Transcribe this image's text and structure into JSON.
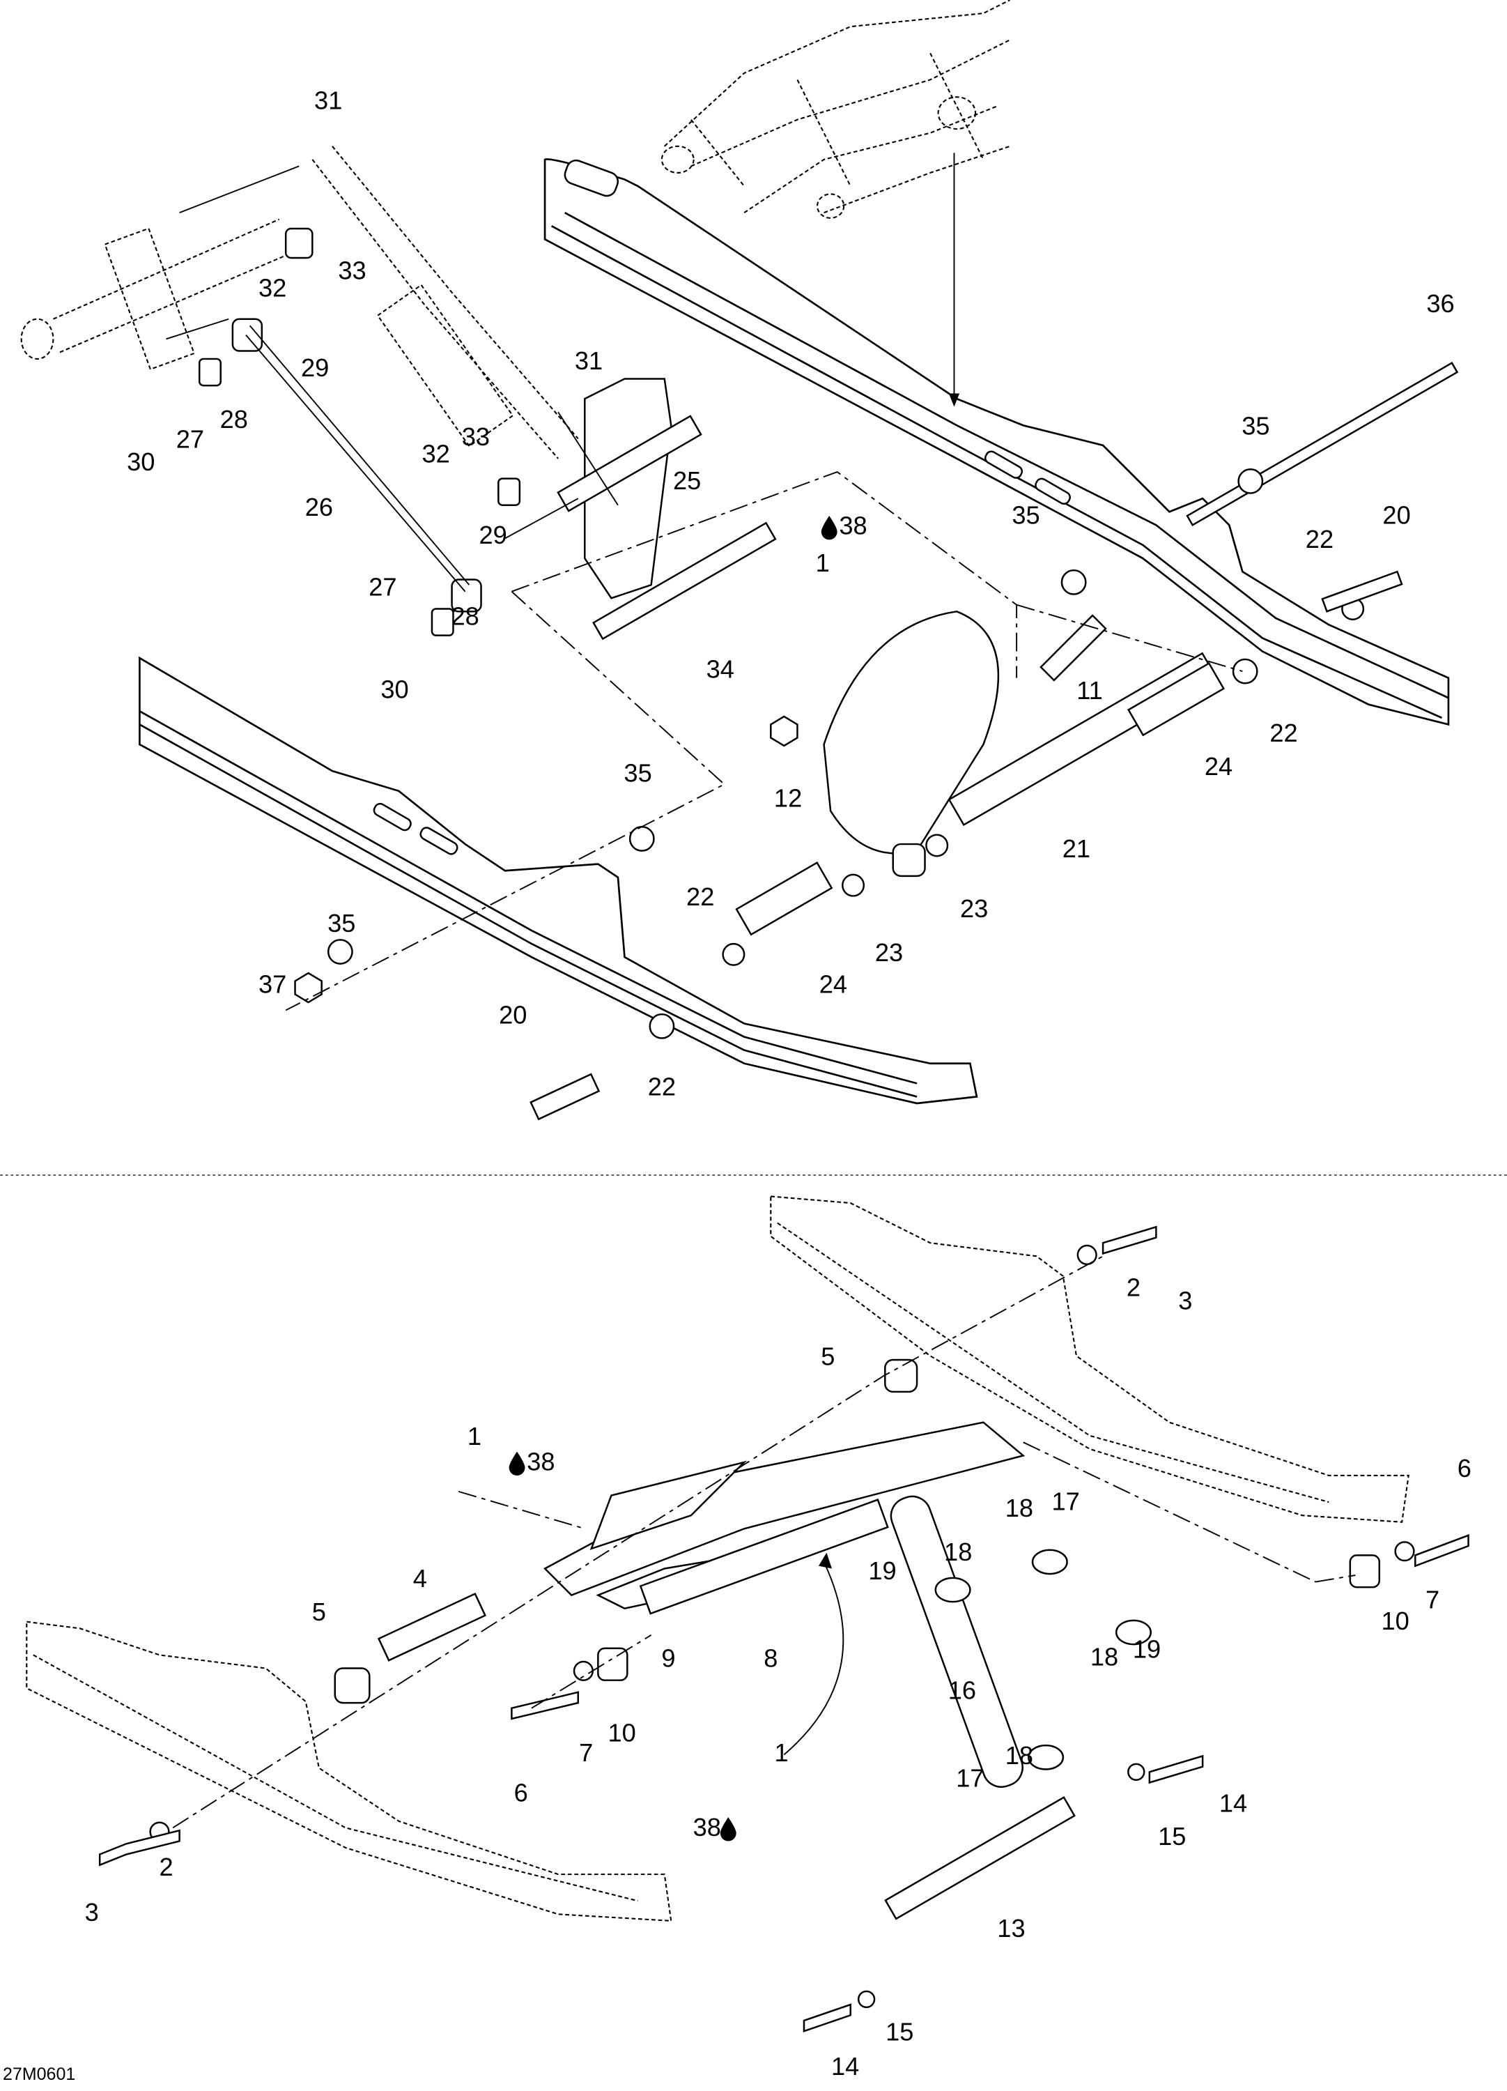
{
  "figure_id": "27M0601",
  "icons": {
    "lubricant": "oil-drop-icon"
  },
  "top_view": {
    "callouts": [
      "31",
      "33",
      "32",
      "29",
      "28",
      "27",
      "30",
      "31",
      "33",
      "32",
      "26",
      "25",
      "38",
      "1",
      "29",
      "27",
      "28",
      "30",
      "34",
      "35",
      "11",
      "36",
      "35",
      "20",
      "22",
      "22",
      "24",
      "12",
      "21",
      "35",
      "23",
      "22",
      "23",
      "24",
      "35",
      "37",
      "20",
      "22"
    ]
  },
  "bottom_view": {
    "callouts": [
      "3",
      "2",
      "5",
      "1",
      "38",
      "6",
      "17",
      "18",
      "18",
      "19",
      "4",
      "5",
      "8",
      "9",
      "16",
      "18",
      "19",
      "10",
      "7",
      "7",
      "10",
      "6",
      "1",
      "38",
      "17",
      "18",
      "14",
      "15",
      "2",
      "3",
      "13",
      "15",
      "14"
    ]
  }
}
